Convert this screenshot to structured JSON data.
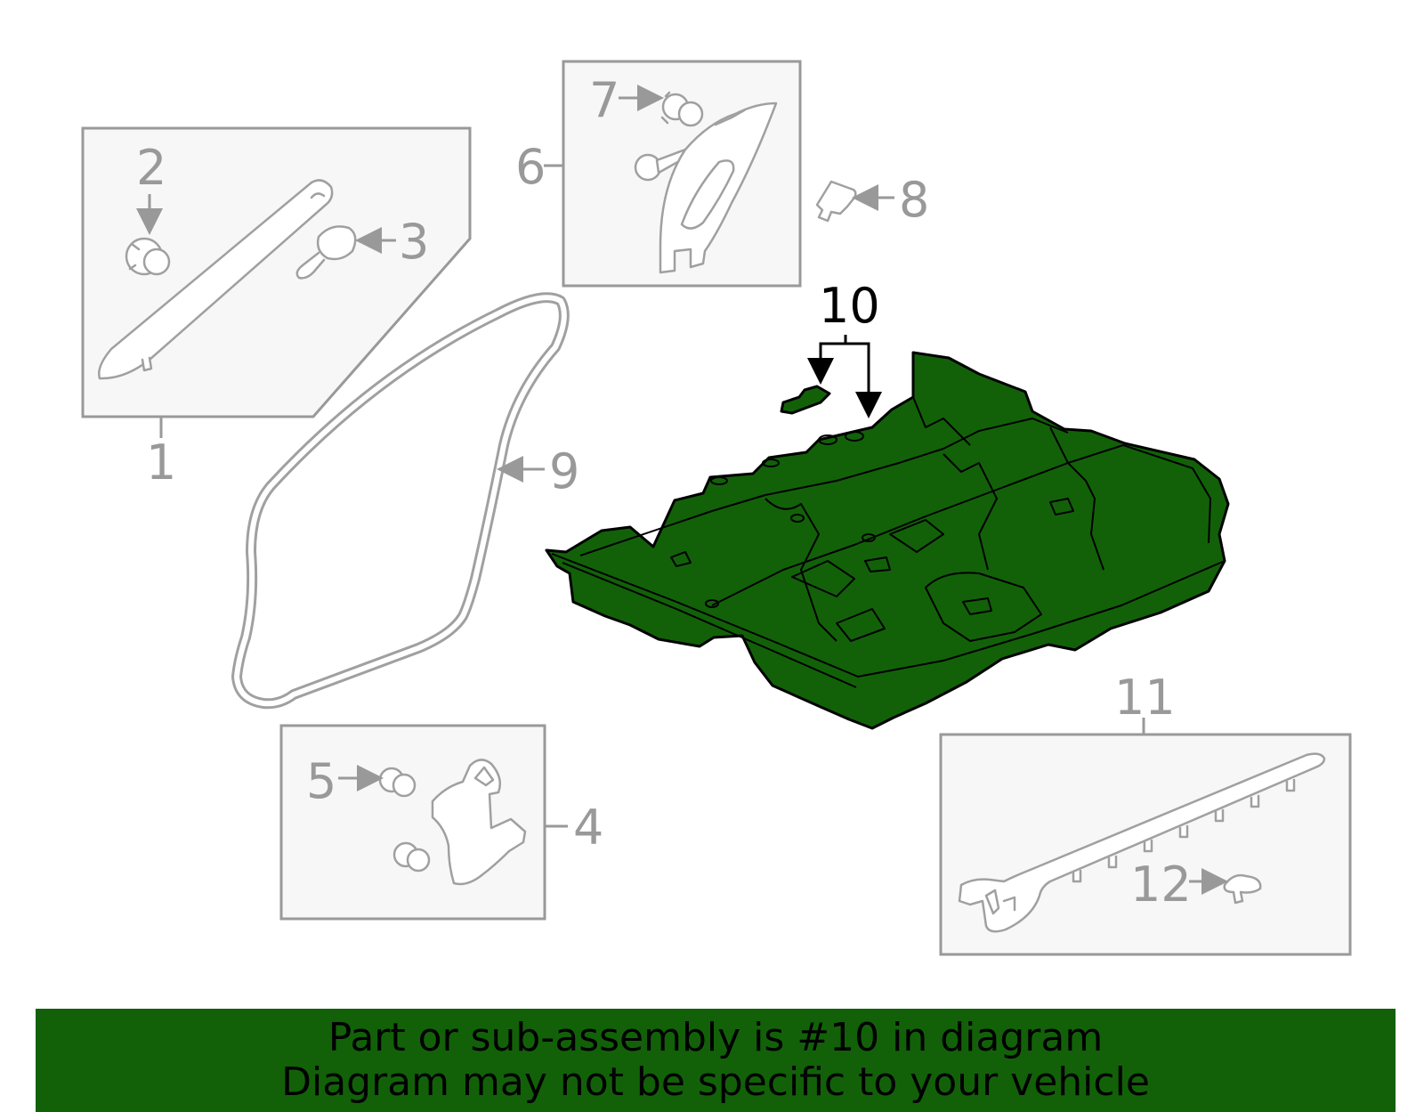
{
  "diagram": {
    "highlighted_part": "10",
    "callouts": [
      "1",
      "2",
      "3",
      "4",
      "5",
      "6",
      "7",
      "8",
      "9",
      "10",
      "11",
      "12"
    ]
  },
  "banner": {
    "line1": "Part or sub-assembly is #10 in diagram",
    "line2": "Diagram may not be specific to your vehicle",
    "background_color": "#126109",
    "text_color": "#000000"
  },
  "colors": {
    "highlight_fill": "#126109",
    "part_outline_gray": "#a0a0a0",
    "box_fill": "#f7f7f7"
  }
}
